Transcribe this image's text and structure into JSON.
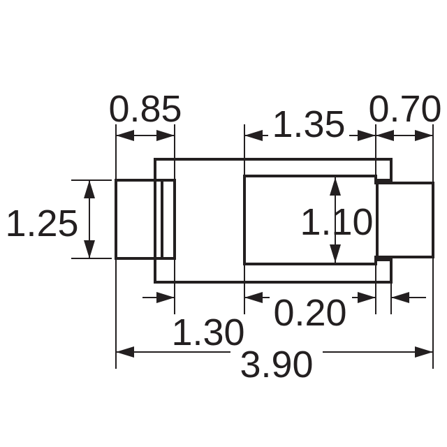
{
  "dimensions": {
    "top_left_pad_width": "0.85",
    "center_pad_length": "1.35",
    "right_pad_width": "0.70",
    "left_pad_height": "1.25",
    "right_pad_height": "1.10",
    "body_overlap": "1.30",
    "body_gap": "0.20",
    "overall_length": "3.90"
  },
  "colors": {
    "line": "#231f20",
    "background": "#ffffff"
  }
}
